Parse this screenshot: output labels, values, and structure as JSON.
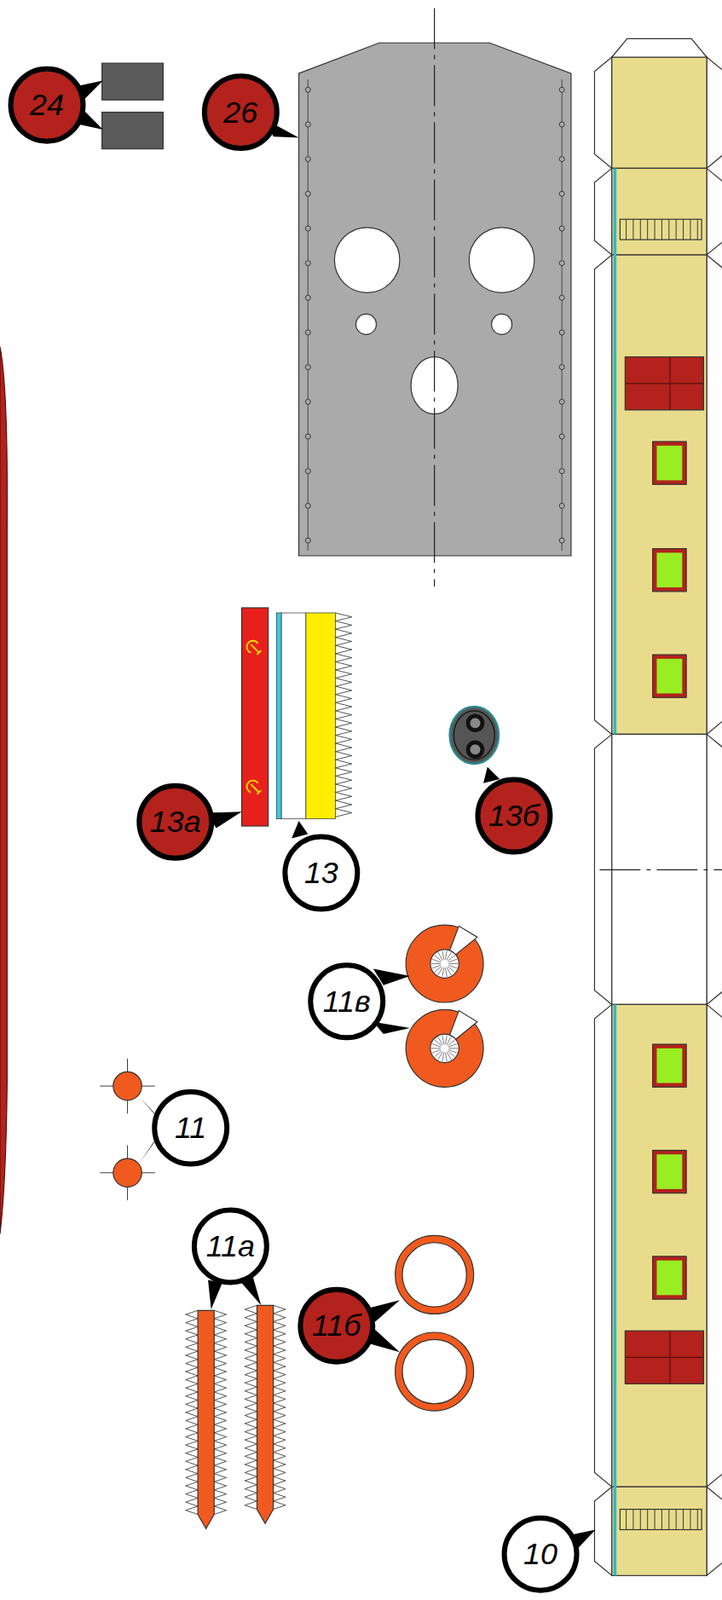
{
  "diagram": {
    "nodes": [
      {
        "text": [
          "24"
        ]
      },
      {
        "text": [
          "26"
        ]
      },
      {
        "text": [
          "13а"
        ]
      },
      {
        "text": [
          "13"
        ]
      },
      {
        "text": [
          "13б"
        ]
      },
      {
        "text": [
          "11в"
        ]
      },
      {
        "text": [
          "11"
        ]
      },
      {
        "text": [
          "11а"
        ]
      },
      {
        "text": [
          "11б"
        ]
      },
      {
        "text": [
          "10"
        ]
      }
    ]
  }
}
